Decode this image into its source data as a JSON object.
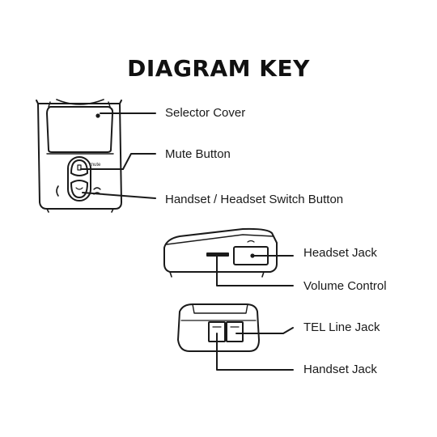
{
  "title": "DIAGRAM KEY",
  "device_markings": {
    "mute": "mute"
  },
  "labels": {
    "selector_cover": "Selector Cover",
    "mute_button": "Mute Button",
    "switch_button": "Handset / Headset Switch Button",
    "headset_jack": "Headset Jack",
    "volume_control": "Volume Control",
    "tel_line_jack": "TEL Line Jack",
    "handset_jack": "Handset Jack"
  }
}
